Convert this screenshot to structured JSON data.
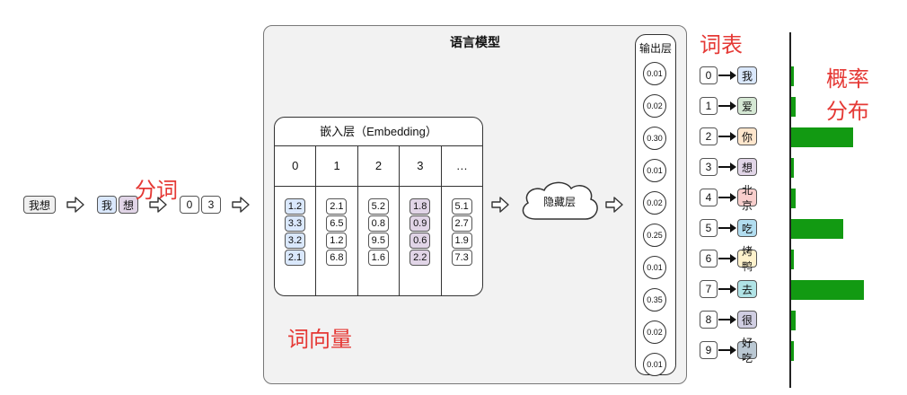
{
  "input": {
    "text": "我想",
    "tokens": [
      "我",
      "想"
    ],
    "ids": [
      "0",
      "3"
    ]
  },
  "labels": {
    "tokenize": "分词",
    "word_vectors": "词向量",
    "vocab": "词表",
    "prob_dist_1": "概率",
    "prob_dist_2": "分布"
  },
  "model": {
    "title": "语言模型",
    "embedding": {
      "title": "嵌入层（Embedding）",
      "columns": [
        {
          "head": "0",
          "values": [
            "1.2",
            "3.3",
            "3.2",
            "2.1"
          ],
          "color": "#dae8fc"
        },
        {
          "head": "1",
          "values": [
            "2.1",
            "6.5",
            "1.2",
            "6.8"
          ],
          "color": "#ffffff"
        },
        {
          "head": "2",
          "values": [
            "5.2",
            "0.8",
            "9.5",
            "1.6"
          ],
          "color": "#ffffff"
        },
        {
          "head": "3",
          "values": [
            "1.8",
            "0.9",
            "0.6",
            "2.2"
          ],
          "color": "#e1d5e7"
        },
        {
          "head": "…",
          "values": [
            "5.1",
            "2.7",
            "1.9",
            "7.3"
          ],
          "color": "#ffffff"
        }
      ]
    },
    "hidden_label": "隐藏层",
    "output": {
      "title": "输出层",
      "probs": [
        "0.01",
        "0.02",
        "0.30",
        "0.01",
        "0.02",
        "0.25",
        "0.01",
        "0.35",
        "0.02",
        "0.01"
      ]
    }
  },
  "vocab": [
    {
      "idx": "0",
      "token": "我",
      "color": "#dae8fc",
      "prob": 0.01
    },
    {
      "idx": "1",
      "token": "爱",
      "color": "#d5e8d4",
      "prob": 0.02
    },
    {
      "idx": "2",
      "token": "你",
      "color": "#ffe6cc",
      "prob": 0.3
    },
    {
      "idx": "3",
      "token": "想",
      "color": "#e1d5e7",
      "prob": 0.01
    },
    {
      "idx": "4",
      "token": "北京",
      "color": "#f8cecc",
      "prob": 0.02
    },
    {
      "idx": "5",
      "token": "吃",
      "color": "#b1ddf0",
      "prob": 0.25
    },
    {
      "idx": "6",
      "token": "烤鸭",
      "color": "#fff2cc",
      "prob": 0.01
    },
    {
      "idx": "7",
      "token": "去",
      "color": "#b0e3e6",
      "prob": 0.35
    },
    {
      "idx": "8",
      "token": "很",
      "color": "#d0cee2",
      "prob": 0.02
    },
    {
      "idx": "9",
      "token": "好吃",
      "color": "#bac8d3",
      "prob": 0.01
    }
  ]
}
